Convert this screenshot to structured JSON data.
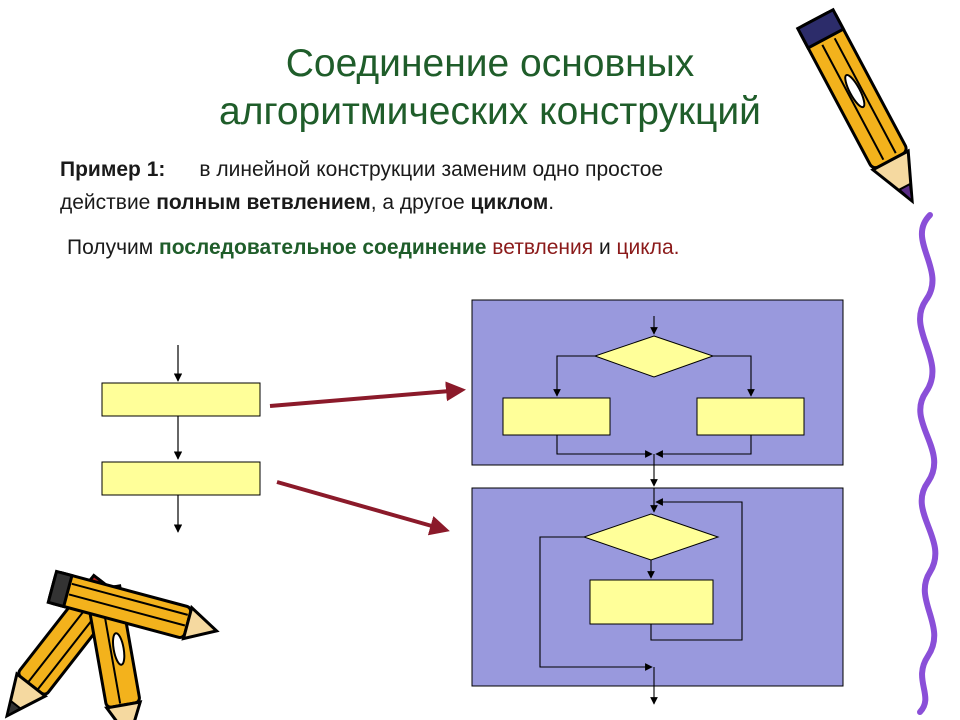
{
  "title": {
    "line1": "Соединение основных",
    "line2": "алгоритмических конструкций"
  },
  "example": {
    "label": "Пример 1",
    "colon": ":",
    "text1": "в линейной конструкции заменим одно простое",
    "text2_start": "действие ",
    "text2_bold1": "полным ветвлением",
    "text2_mid": ", а другое ",
    "text2_bold2": "циклом",
    "text2_end": "."
  },
  "result": {
    "start": "Получим ",
    "bold": "последовательное соединение",
    "space1": " ",
    "branch": "ветвления",
    "and": " и ",
    "loop": "цикла."
  },
  "colors": {
    "title": "#1f5d2a",
    "panel": "#9999dd",
    "block": "#ffff99",
    "arrow": "#8b1a2a",
    "accent_red": "#8b1a1a"
  },
  "icons": [
    "pencil-icon-right",
    "pencils-icon-left"
  ]
}
